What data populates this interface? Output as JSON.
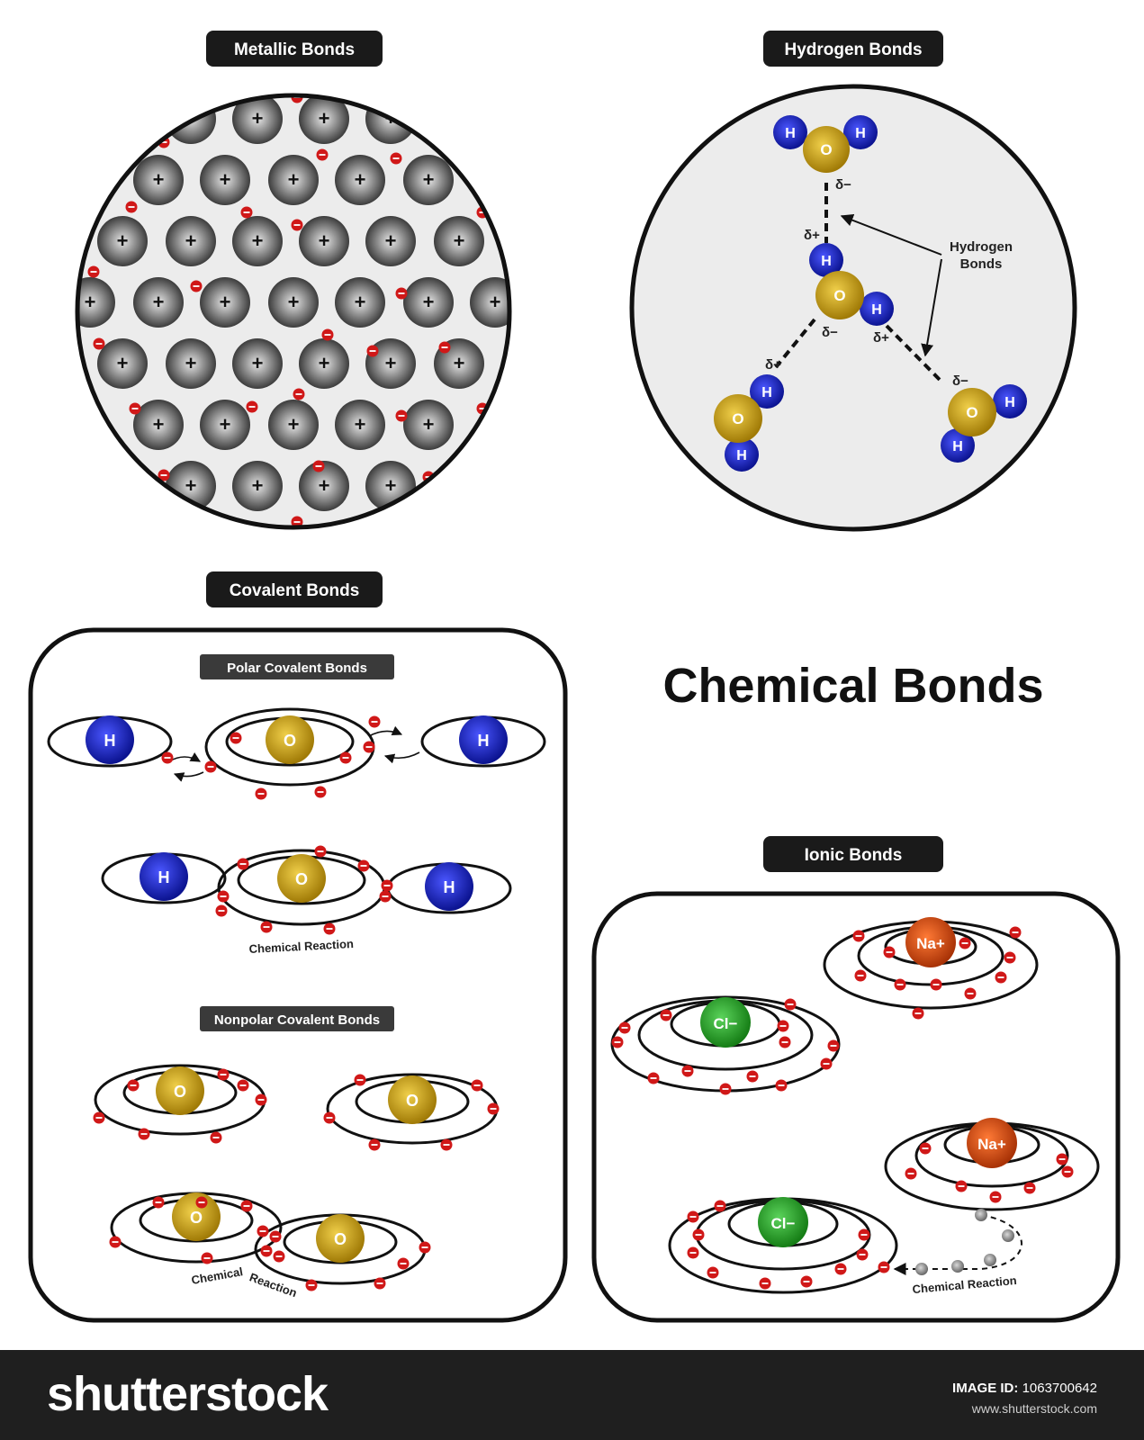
{
  "title": "Chemical Bonds",
  "sections": {
    "metallic": "Metallic Bonds",
    "hydrogen": "Hydrogen Bonds",
    "covalent": "Covalent Bonds",
    "ionic": "Ionic Bonds"
  },
  "subsections": {
    "polar": "Polar Covalent Bonds",
    "nonpolar": "Nonpolar Covalent Bonds"
  },
  "labels": {
    "hydrogen_bonds_annotation": [
      "Hydrogen",
      "Bonds"
    ],
    "chemical_reaction": "Chemical Reaction",
    "chemical_reaction_nonpolar": [
      "Chemical",
      "Reaction"
    ],
    "delta_minus": "δ−",
    "delta_plus": "δ+"
  },
  "atoms": {
    "hydrogen": "H",
    "oxygen": "O",
    "sodium_ion": "Na+",
    "chloride_ion": "Cl−",
    "positive": "+",
    "negative": "−"
  },
  "colors": {
    "hydrogen": "#1f28c8",
    "oxygen": "#c9a216",
    "sodium": "#d84d10",
    "chlorine": "#2aa12a",
    "electron": "#d01818",
    "metal_ion": "#555555",
    "panel_bg": "#ececec",
    "pill_bg": "#1a1a1a"
  },
  "footer": {
    "brand": "shutterstock",
    "image_id_label": "IMAGE ID:",
    "image_id": "1063700642",
    "url": "www.shutterstock.com"
  }
}
